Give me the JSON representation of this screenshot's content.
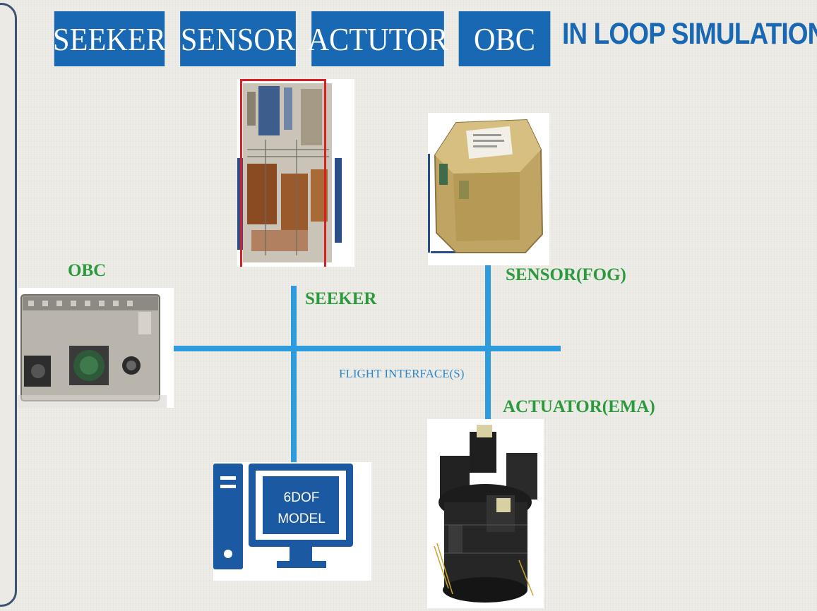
{
  "header": {
    "tabs": [
      {
        "label": "SEEKER"
      },
      {
        "label": "SENSOR"
      },
      {
        "label": "ACTUTOR"
      },
      {
        "label": "OBC"
      }
    ],
    "headline": "IN LOOP SIMULATION"
  },
  "diagram": {
    "interface_label": "FLIGHT INTERFACE(S)",
    "components": {
      "obc": "OBC",
      "seeker": "SEEKER",
      "sensor": "SENSOR(FOG)",
      "actuator": "ACTUATOR(EMA)"
    },
    "model_screen": {
      "line1": "6DOF",
      "line2": "MODEL"
    }
  },
  "colors": {
    "tab_blue": "#1868b3",
    "wire_blue": "#2e9bdc",
    "component_label_green": "#2a9a3c",
    "seeker_frame_red": "#d91f26",
    "background": "#eceae4"
  },
  "icons": [
    "computer-monitor-icon",
    "computer-tower-icon"
  ]
}
